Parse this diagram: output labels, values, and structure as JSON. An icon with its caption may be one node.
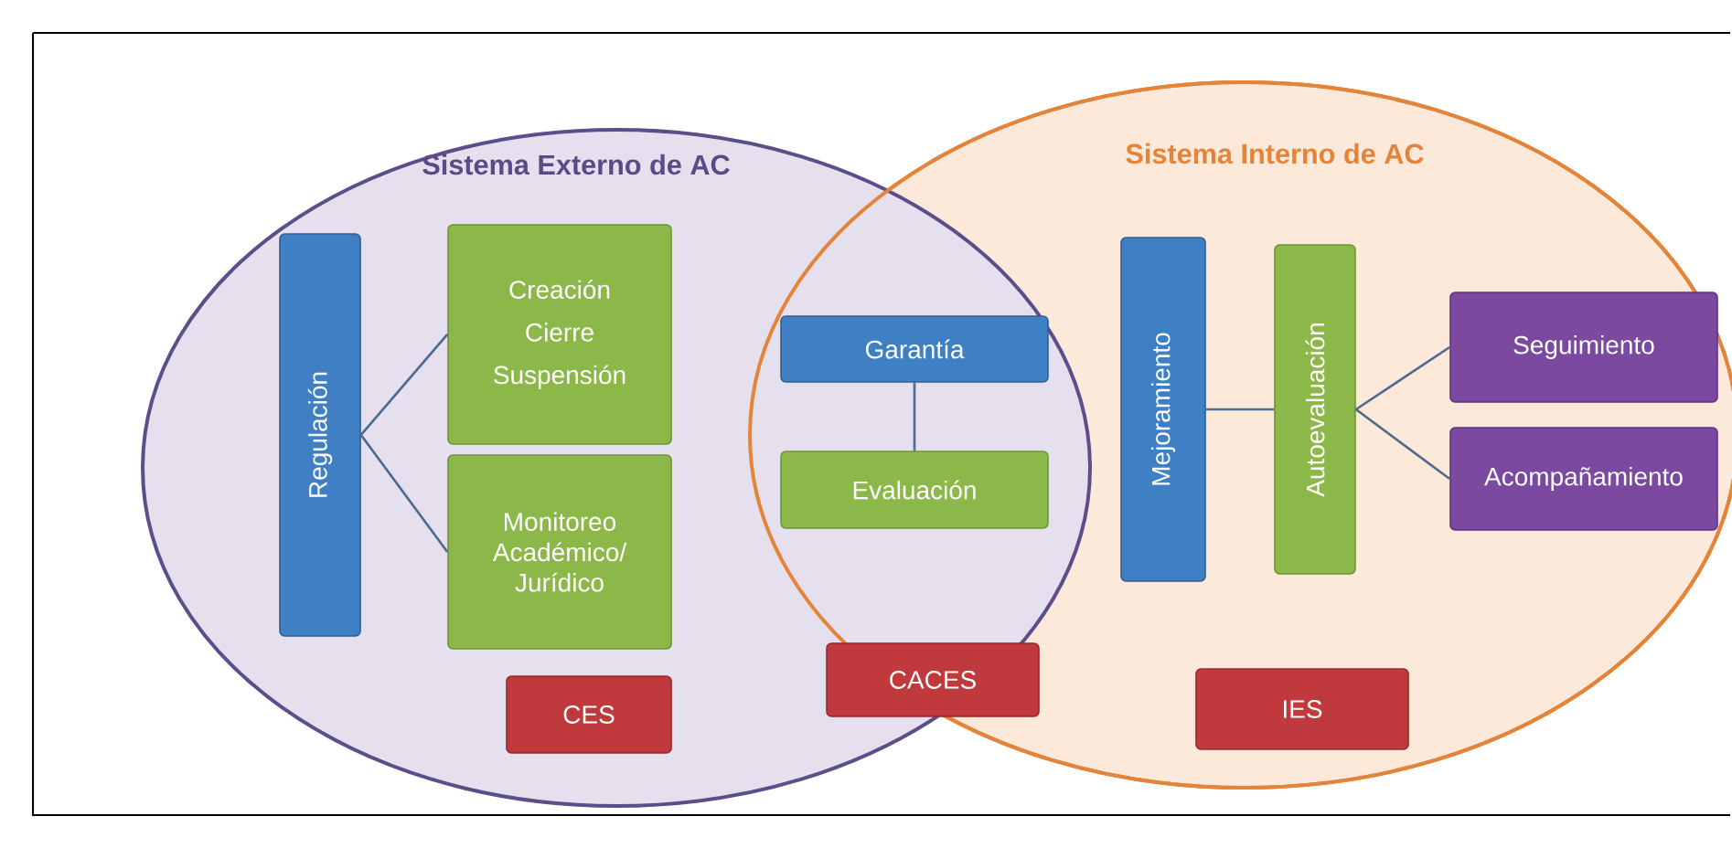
{
  "diagram": {
    "nodes": [
      {
        "text": [
          "Sistema Externo de AC"
        ]
      },
      {
        "text": [
          "Sistema Interno de AC"
        ]
      },
      {
        "text": [
          "Regulación"
        ],
        "in": 0
      },
      {
        "text": [
          "Creación",
          "Cierre",
          "Suspensión"
        ],
        "in": 0
      },
      {
        "text": [
          "Monitoreo Académico/ Jurídico"
        ],
        "in": 0
      },
      {
        "text": [
          "Garantía"
        ]
      },
      {
        "text": [
          "Evaluación"
        ]
      },
      {
        "text": [
          "Mejoramiento"
        ],
        "in": 1
      },
      {
        "text": [
          "Autoevaluación"
        ],
        "in": 1
      },
      {
        "text": [
          "Seguimiento"
        ],
        "in": 1
      },
      {
        "text": [
          "Acompañamiento"
        ],
        "in": 1
      },
      {
        "text": [
          "CES"
        ],
        "in": 0
      },
      {
        "text": [
          "CACES"
        ]
      },
      {
        "text": [
          "IES"
        ],
        "in": 1
      }
    ],
    "edges": [
      {
        "from": 2,
        "to": 3,
        "arrow": "none"
      },
      {
        "from": 2,
        "to": 4,
        "arrow": "none"
      },
      {
        "from": 5,
        "to": 6,
        "arrow": "none"
      },
      {
        "from": 7,
        "to": 8,
        "arrow": "none"
      },
      {
        "from": 8,
        "to": 9,
        "arrow": "none"
      },
      {
        "from": 8,
        "to": 10,
        "arrow": "none"
      }
    ]
  }
}
